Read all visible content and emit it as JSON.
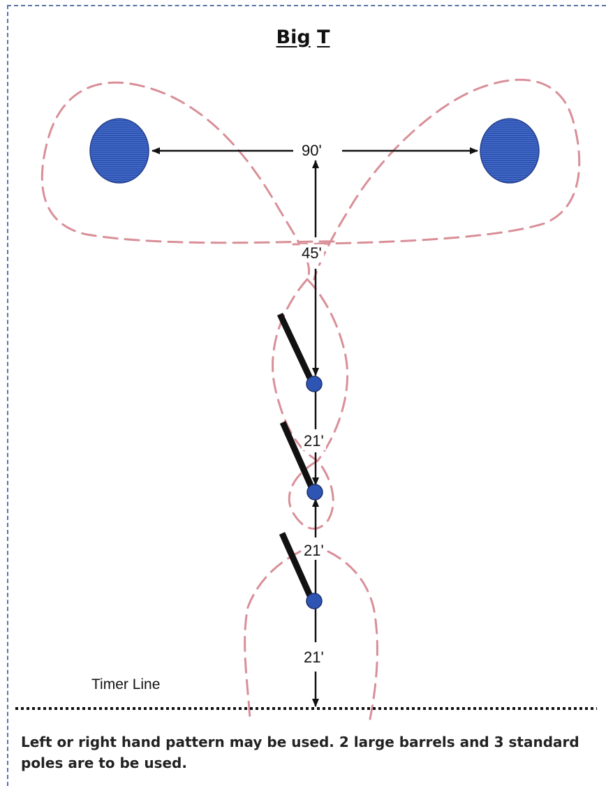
{
  "title": {
    "word1": "Big",
    "word2": "T"
  },
  "dimensions": {
    "barrel_span": "90'",
    "pole_to_barrel_line": "45'",
    "pole1_to_pole2": "21'",
    "pole2_to_pole3": "21'",
    "pole3_to_timer": "21'"
  },
  "timer_line_label": "Timer Line",
  "footer_note": "Left or right hand pattern may be used.  2 large barrels and 3 standard poles are to be used.",
  "colors": {
    "frame": "#5a72a8",
    "barrel": "#2f55b4",
    "pattern_path": "#d98f98",
    "pole": "#111111",
    "text": "#111111"
  },
  "icons": {
    "barrel": "barrel-icon",
    "pole": "pole-icon"
  }
}
